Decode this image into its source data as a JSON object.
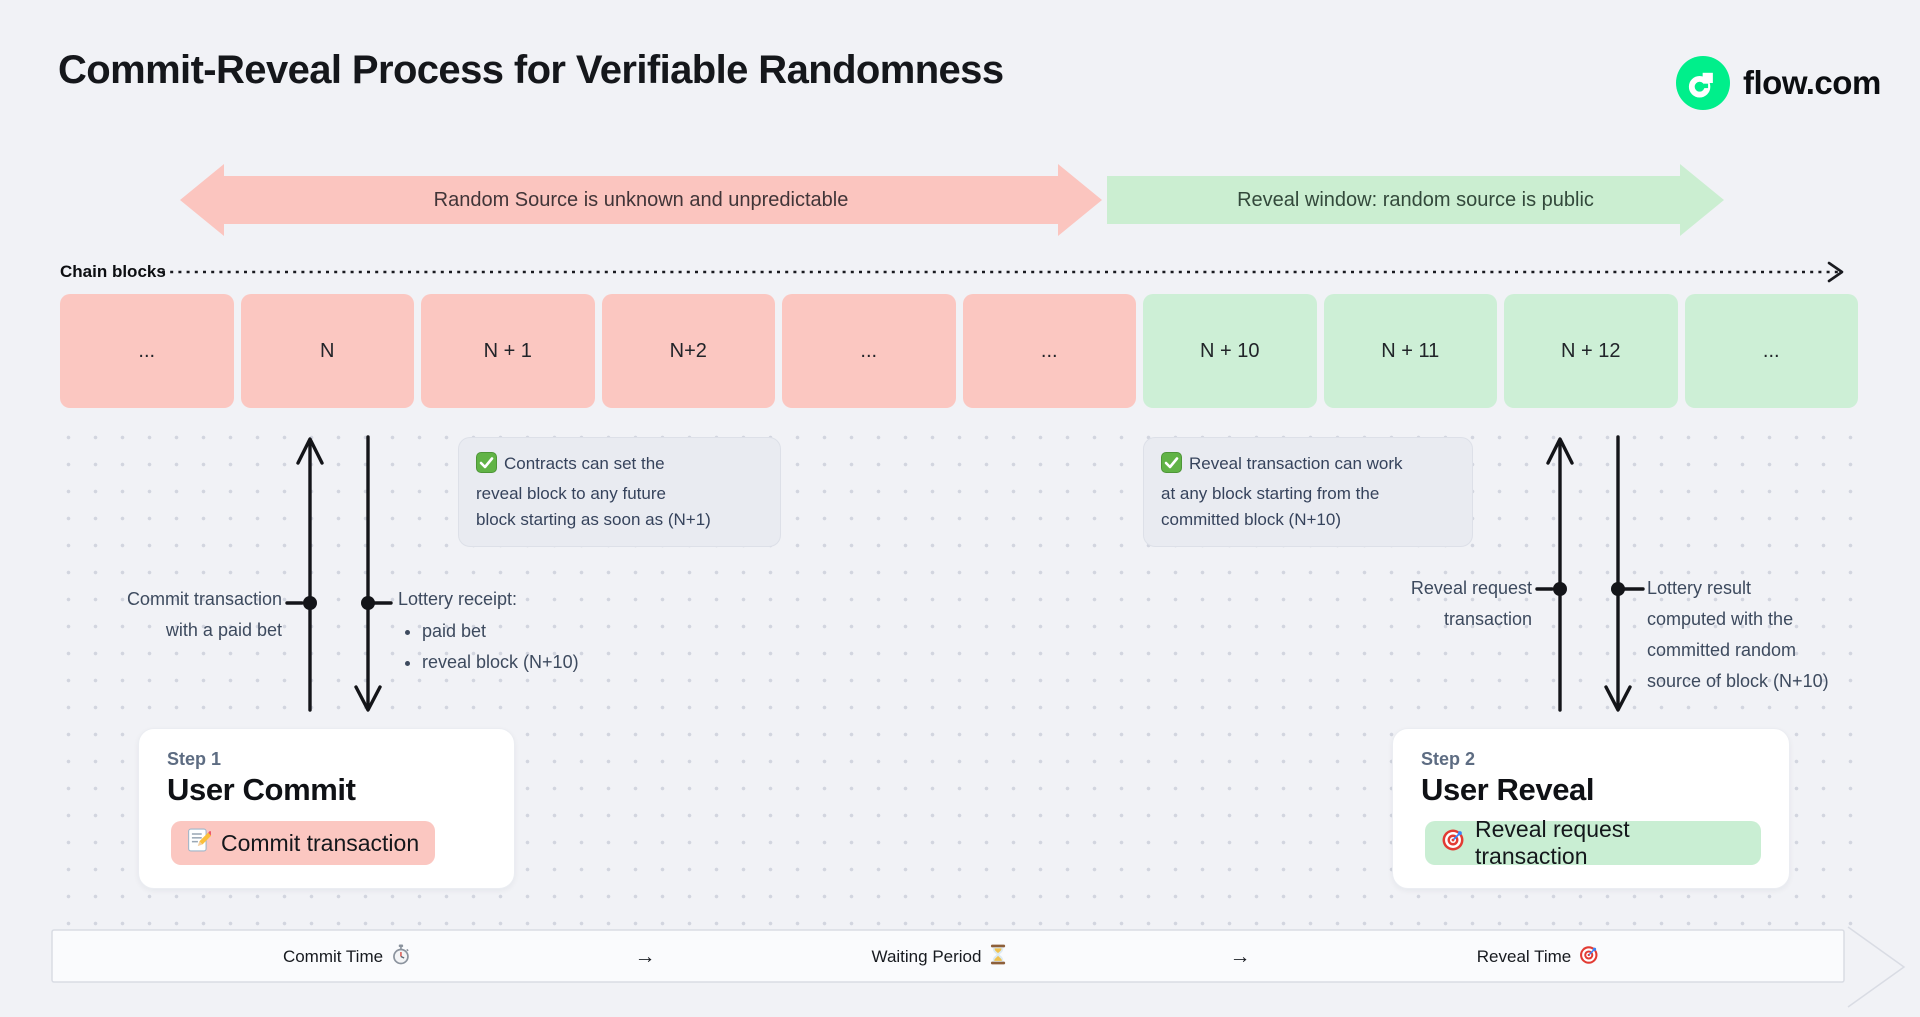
{
  "title": "Commit-Reveal Process for Verifiable Randomness",
  "logo": {
    "text": "flow.com",
    "brand_green": "#00ef8b"
  },
  "banners": {
    "unpredictable": {
      "text": "Random Source is unknown and unpredictable",
      "color": "#fbc5bf"
    },
    "reveal_window": {
      "text": "Reveal window: random source is public",
      "color": "#cbeed1"
    }
  },
  "chain": {
    "label": "Chain blocks",
    "commit_color": "#fbc7c1",
    "reveal_color": "#cdefd6",
    "blocks": [
      {
        "label": "...",
        "phase": "commit"
      },
      {
        "label": "N",
        "phase": "commit"
      },
      {
        "label": "N + 1",
        "phase": "commit"
      },
      {
        "label": "N+2",
        "phase": "commit"
      },
      {
        "label": "...",
        "phase": "commit"
      },
      {
        "label": "...",
        "phase": "commit"
      },
      {
        "label": "N + 10",
        "phase": "reveal"
      },
      {
        "label": "N + 11",
        "phase": "reveal"
      },
      {
        "label": "N + 12",
        "phase": "reveal"
      },
      {
        "label": "...",
        "phase": "reveal"
      }
    ]
  },
  "callouts": {
    "left": {
      "icon": "check-icon",
      "lines": [
        "Contracts can set the",
        "reveal block to any future",
        "block starting as soon as (N+1)"
      ]
    },
    "right": {
      "icon": "check-icon",
      "lines": [
        "Reveal transaction can work",
        "at any block starting from the",
        "committed block (N+10)"
      ]
    }
  },
  "annotations": {
    "commit_tx": {
      "lines": [
        "Commit transaction",
        "with a paid bet"
      ]
    },
    "lottery_receipt": {
      "title": "Lottery receipt:",
      "bullets": [
        "paid bet",
        "reveal block (N+10)"
      ]
    },
    "reveal_request": {
      "lines": [
        "Reveal request",
        "transaction"
      ]
    },
    "lottery_result": {
      "lines": [
        "Lottery result",
        "computed with the",
        "committed random",
        "source of block (N+10)"
      ]
    }
  },
  "steps": {
    "commit": {
      "eyebrow": "Step 1",
      "title": "User Commit",
      "pill_label": "Commit transaction",
      "pill_icon": "memo-icon",
      "pill_color": "#fbc7c1"
    },
    "reveal": {
      "eyebrow": "Step 2",
      "title": "User Reveal",
      "pill_label": "Reveal request transaction",
      "pill_icon": "target-icon",
      "pill_color": "#c9eed3"
    }
  },
  "timeline": {
    "items": [
      {
        "label": "Commit Time",
        "icon": "stopwatch-icon"
      },
      {
        "label": "→",
        "icon": ""
      },
      {
        "label": "Waiting Period",
        "icon": "hourglass-icon"
      },
      {
        "label": "→",
        "icon": ""
      },
      {
        "label": "Reveal Time",
        "icon": "target-icon"
      }
    ]
  },
  "colors": {
    "background": "#f1f2f6",
    "card": "#ffffff",
    "callout": "#e9ebf1",
    "ink": "#16181d",
    "slate": "#3d4a5e",
    "dots": "#d2d5df",
    "arrow_ink": "#141519"
  }
}
